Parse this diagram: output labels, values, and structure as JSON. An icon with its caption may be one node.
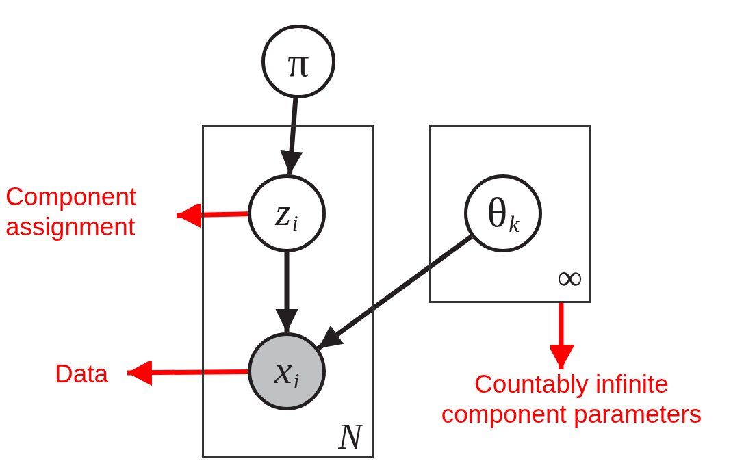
{
  "diagram": {
    "nodes": [
      {
        "text": [
          "π"
        ]
      },
      {
        "text": [
          "N"
        ]
      },
      {
        "text": [
          "z$_{i}$"
        ],
        "in": 1
      },
      {
        "text": [
          "x$_{i}$"
        ],
        "in": 1
      },
      {
        "text": [
          "∞"
        ]
      },
      {
        "text": [
          "θ$_{k}$"
        ],
        "in": 4
      },
      {
        "text": [
          "Component assignment"
        ]
      },
      {
        "text": [
          "Data"
        ]
      },
      {
        "text": [
          "Countably infinite component parameters"
        ]
      }
    ],
    "edges": [
      {
        "from": 0,
        "to": 2,
        "arrow": "to"
      },
      {
        "from": 2,
        "to": 3,
        "arrow": "to"
      },
      {
        "from": 5,
        "to": 3,
        "arrow": "to"
      },
      {
        "from": 2,
        "to": 6,
        "arrow": "to",
        "color": "#ff0000"
      },
      {
        "from": 3,
        "to": 7,
        "arrow": "to",
        "color": "#ff0000"
      },
      {
        "from": 4,
        "to": 8,
        "arrow": "to",
        "color": "#ff0000"
      }
    ]
  }
}
